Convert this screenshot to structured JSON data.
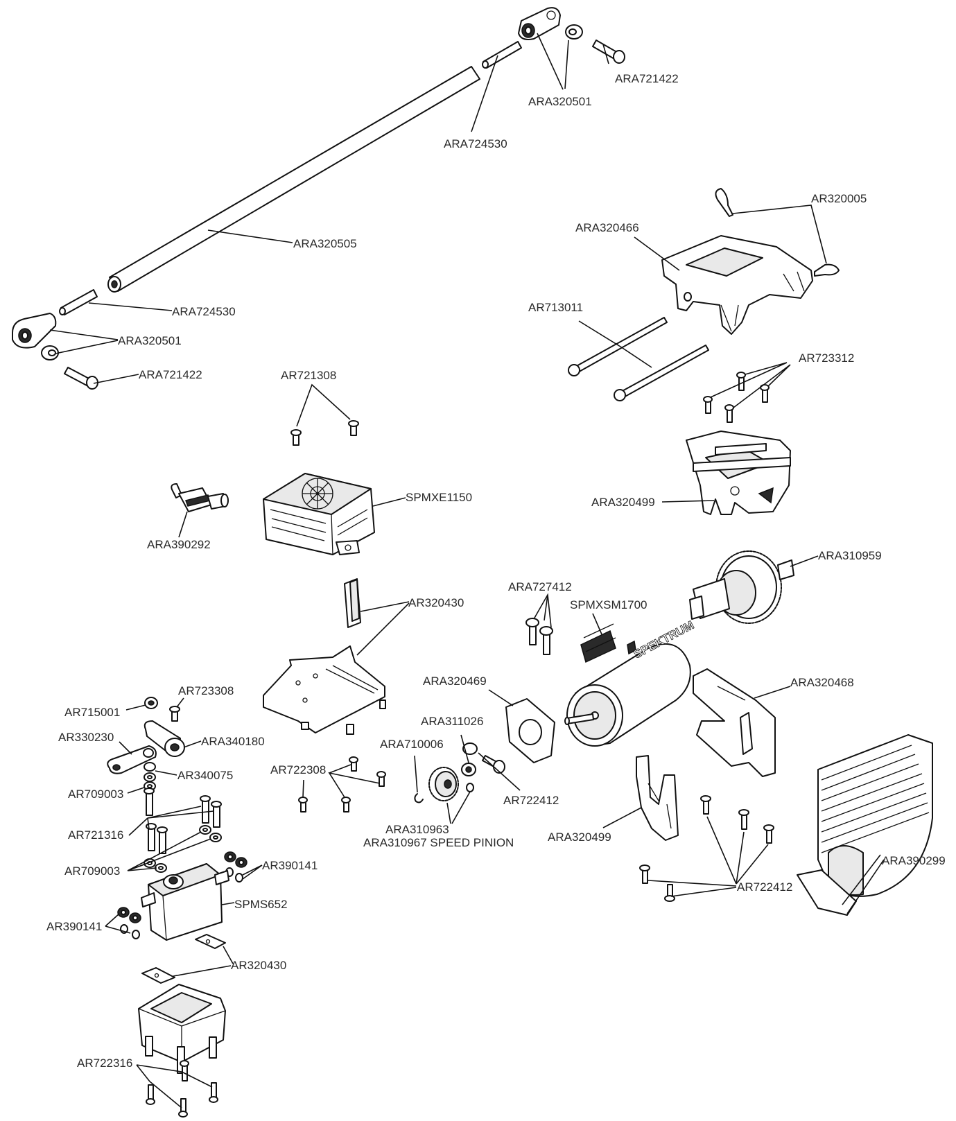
{
  "labels": {
    "ara721422_top": "ARA721422",
    "ara320501_top": "ARA320501",
    "ara724530_top": "ARA724530",
    "ara320505": "ARA320505",
    "ara724530_left": "ARA724530",
    "ara320501_left": "ARA320501",
    "ara721422_left": "ARA721422",
    "ar721308": "AR721308",
    "spmxe1150": "SPMXE1150",
    "ara390292": "ARA390292",
    "ar320430_mid": "AR320430",
    "ar320005": "AR320005",
    "ara320466": "ARA320466",
    "ar713011": "AR713011",
    "ar723312": "AR723312",
    "ara320499_top": "ARA320499",
    "ara310959": "ARA310959",
    "ara727412": "ARA727412",
    "spmxsm1700": "SPMXSM1700",
    "ara320469": "ARA320469",
    "ara311026": "ARA311026",
    "ara710006": "ARA710006",
    "ara310963": "ARA310963",
    "ara310967": "ARA310967 SPEED PINION",
    "ar722412_mid": "AR722412",
    "ara320468": "ARA320468",
    "ara320499_bottom": "ARA320499",
    "ara390299": "ARA390299",
    "ar722412_right": "AR722412",
    "ar722308": "AR722308",
    "ar715001": "AR715001",
    "ar723308": "AR723308",
    "ar330230": "AR330230",
    "ara340180": "ARA340180",
    "ar340075": "AR340075",
    "ar709003_a": "AR709003",
    "ar721316": "AR721316",
    "ar709003_b": "AR709003",
    "ar390141_right": "AR390141",
    "spms652": "SPMS652",
    "ar390141_left": "AR390141",
    "ar320430_bottom": "AR320430",
    "ar722316": "AR722316"
  },
  "brand_marks": [
    "SPEKTRUM"
  ]
}
